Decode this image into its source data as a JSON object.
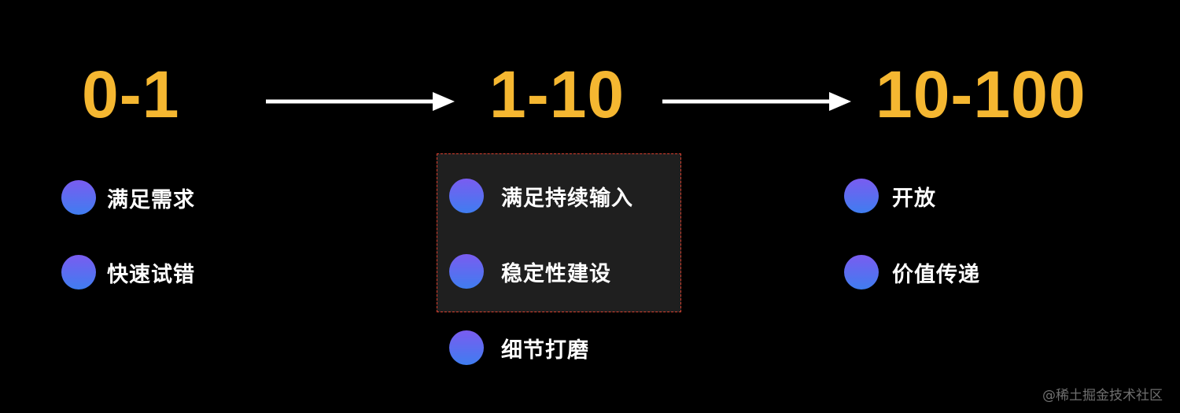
{
  "stages": [
    {
      "title": "0-1",
      "items": [
        "满足需求",
        "快速试错"
      ]
    },
    {
      "title": "1-10",
      "items": [
        "满足持续输入",
        "稳定性建设",
        "细节打磨"
      ]
    },
    {
      "title": "10-100",
      "items": [
        "开放",
        "价值传递"
      ]
    }
  ],
  "watermark": "@稀土掘金技术社区",
  "colors": {
    "background": "#000000",
    "stage_title": "#f5b731",
    "arrow": "#ffffff",
    "highlight_fill": "#1f1f1f",
    "highlight_border": "#d9402f",
    "dot_gradient_top": "#7a5cf0",
    "dot_gradient_bottom": "#3f7df0",
    "item_text": "#ffffff"
  }
}
